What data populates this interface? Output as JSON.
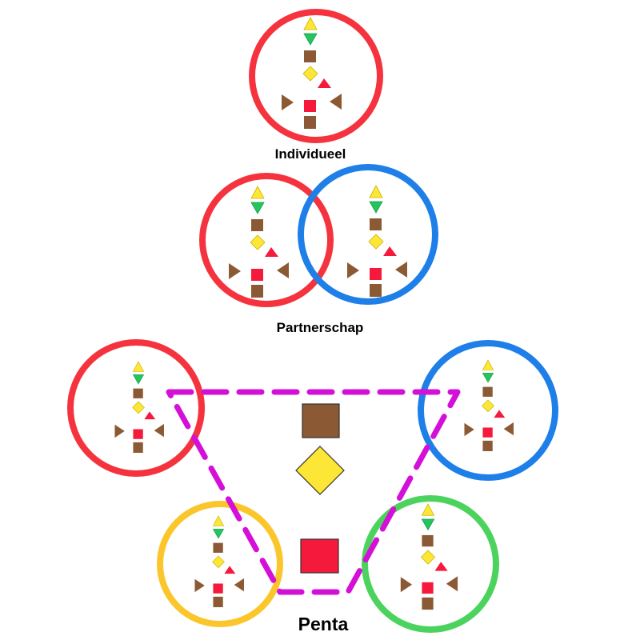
{
  "colors": {
    "red": "#f5333f",
    "blue": "#1f7fe8",
    "yellow_ring": "#fbc62b",
    "green_ring": "#4cd35e",
    "magenta_dash": "#d40fd8",
    "shape_yellow": "#fde636",
    "shape_green": "#22c55e",
    "shape_brown": "#8b5a34",
    "shape_red": "#f5193c",
    "outline": "#333333"
  },
  "sections": {
    "individual": {
      "label": "Individueel",
      "rings": [
        "red"
      ]
    },
    "partnership": {
      "label": "Partnerschap",
      "rings": [
        "red",
        "blue"
      ]
    },
    "penta": {
      "label": "Penta",
      "rings": [
        "red",
        "blue",
        "yellow_ring",
        "green_ring"
      ],
      "connector": "dashed-trapezoid",
      "center_shapes": [
        "brown-square",
        "yellow-diamond",
        "red-square"
      ]
    }
  },
  "figure_stack": [
    "yellow-up-triangle",
    "green-down-triangle",
    "brown-square",
    "yellow-diamond",
    "red-triangle",
    "brown-right-triangle",
    "red-square",
    "brown-left-triangle",
    "brown-square-bottom"
  ]
}
